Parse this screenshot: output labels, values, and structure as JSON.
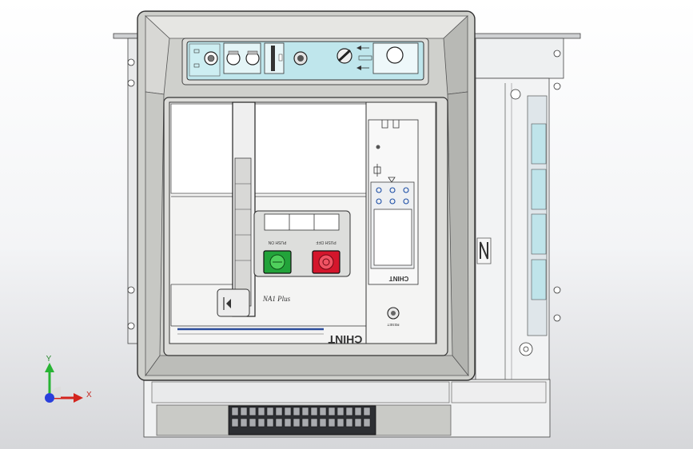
{
  "brand": {
    "logo_text": "CHINT"
  },
  "panel": {
    "model_text": "NA1 Plus",
    "push_on_label": "PUSH ON",
    "push_off_label": "PUSH OFF",
    "reset_label": "RESET",
    "controller_brand": "CHINT"
  },
  "axes_triad": {
    "y_label": "Y",
    "x_label": "X"
  },
  "colors": {
    "on_button": "#22a33a",
    "off_button": "#d4162c",
    "status_strip": "#bfe6ec",
    "housing": "#d9dad6"
  }
}
